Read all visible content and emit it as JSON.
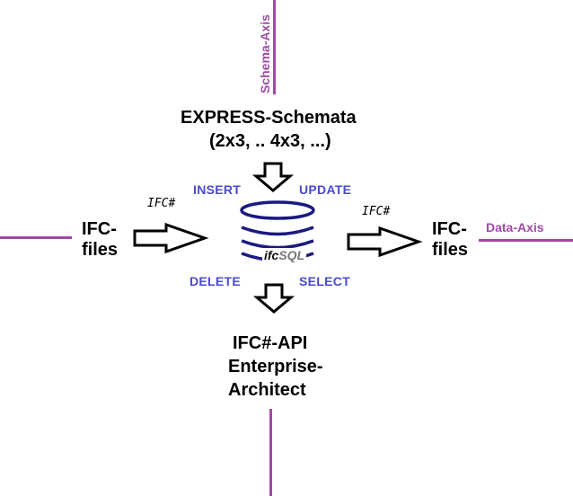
{
  "axes": {
    "schema_label": "Schema-Axis",
    "data_label": "Data-Axis",
    "color": "#a04aa6"
  },
  "schemata": {
    "line1": "EXPRESS-Schemata",
    "line2": "(2x3, .. 4x3, ...)"
  },
  "operations": {
    "insert": "INSERT",
    "update": "UPDATE",
    "delete": "DELETE",
    "select": "SELECT",
    "color": "#4a4ad0"
  },
  "database": {
    "label_prefix": "ifc",
    "label_suffix": "SQL",
    "icon": "database-cylinder-icon",
    "color": "#1a1a80"
  },
  "input": {
    "line1": "IFC-",
    "line2": "files",
    "arrow_label": "IFC#"
  },
  "output": {
    "line1": "IFC-",
    "line2": "files",
    "arrow_label": "IFC#"
  },
  "api": {
    "line1": "IFC#-API",
    "line2": "Enterprise-",
    "line3": "Architect"
  }
}
